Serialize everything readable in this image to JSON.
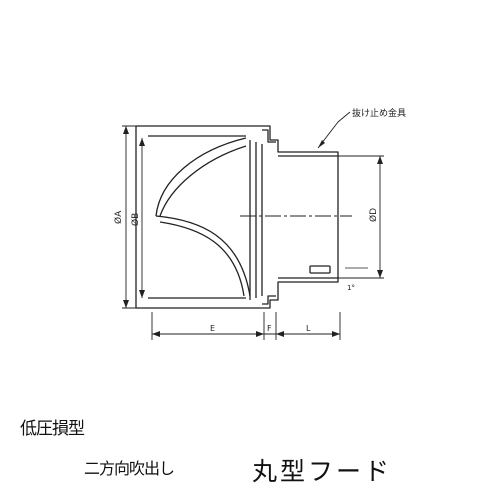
{
  "drawing": {
    "callout_label": "抜け止め金具",
    "dims": {
      "phi_a": "ØA",
      "phi_b": "ØB",
      "phi_d": "ØD",
      "e": "E",
      "f": "F",
      "l": "L",
      "small_dim": "1°"
    }
  },
  "caption": {
    "line1": "低圧損型",
    "line2": "二方向吹出し",
    "title": "丸型フード"
  }
}
